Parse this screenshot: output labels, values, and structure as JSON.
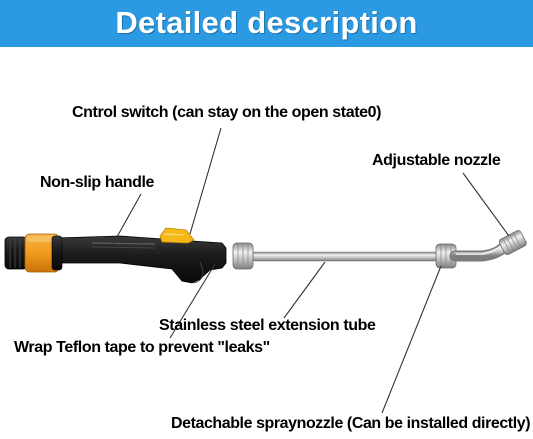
{
  "banner": {
    "title": "Detailed description",
    "color": "#2b9ae3"
  },
  "labels": {
    "control_switch": "Cntrol switch (can stay on the open state0)",
    "handle": "Non-slip handle",
    "nozzle": "Adjustable nozzle",
    "tube": "Stainless steel extension tube",
    "teflon": "Wrap Teflon tape to prevent \"leaks\"",
    "spray_nozzle": "Detachable spraynozzle (Can be installed directly)"
  },
  "colors": {
    "handle_body": "#1a1a1a",
    "connector": "#f29a1c",
    "trigger": "#f6b817",
    "metal": "#c4c4c4"
  }
}
